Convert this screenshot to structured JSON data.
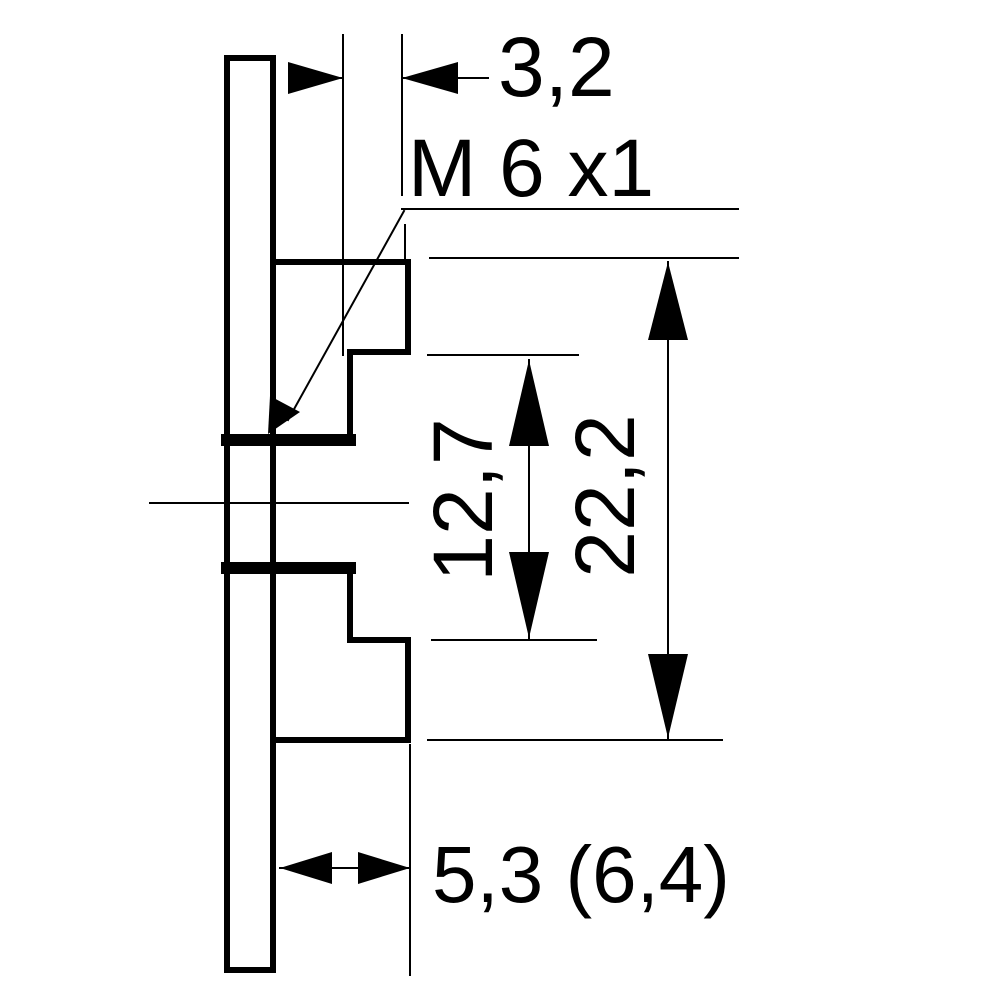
{
  "diagram": {
    "ink_color": "#000000",
    "background_color": "#ffffff",
    "dimensions": {
      "top_gap": "3,2",
      "thread": "M 6 x1",
      "inner_height": "12,7",
      "outer_height": "22,2",
      "bottom_gap": "5,3 (6,4)"
    }
  }
}
